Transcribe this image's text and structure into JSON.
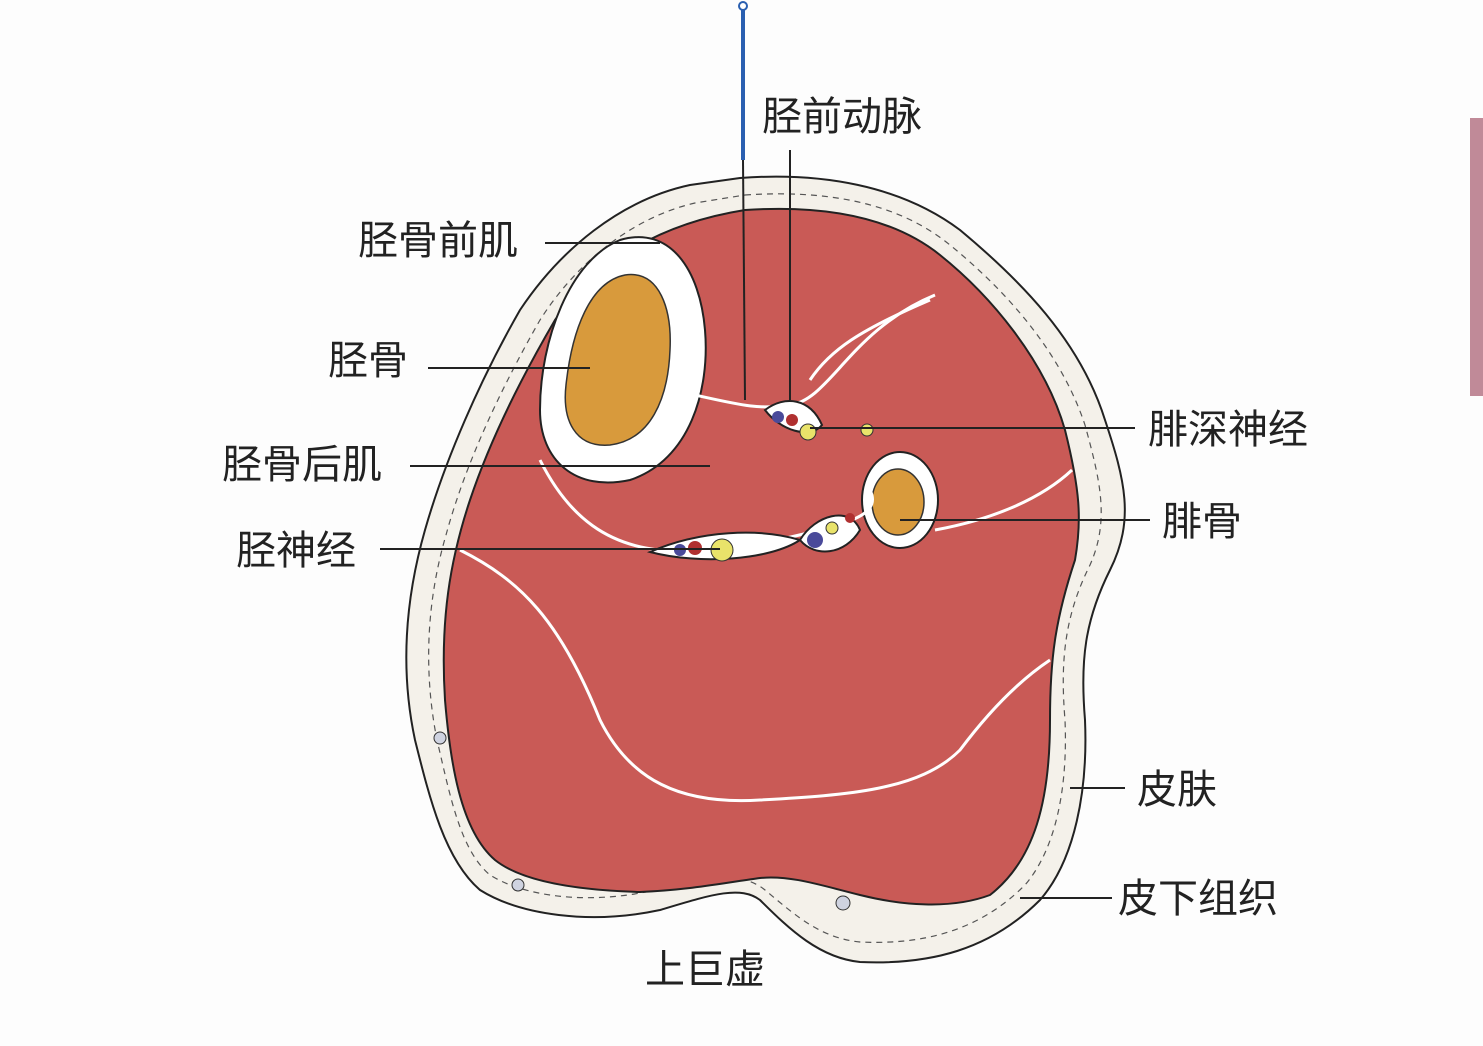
{
  "labels": {
    "anterior_tibial_artery": "胫前动脉",
    "tibialis_anterior": "胫骨前肌",
    "tibia": "胫骨",
    "deep_peroneal_nerve": "腓深神经",
    "tibialis_posterior": "胫骨后肌",
    "fibula": "腓骨",
    "tibial_nerve": "胫神经",
    "skin": "皮肤",
    "subcutaneous_tissue": "皮下组织",
    "acupoint": "上巨虚"
  },
  "colors": {
    "muscle": "#c95a56",
    "bone": "#d89a3c",
    "fat": "#f4f1ea",
    "needle": "#2a5fb0",
    "nerve": "#e9e36a",
    "vein": "#4a4a9a",
    "artery": "#b03030"
  }
}
